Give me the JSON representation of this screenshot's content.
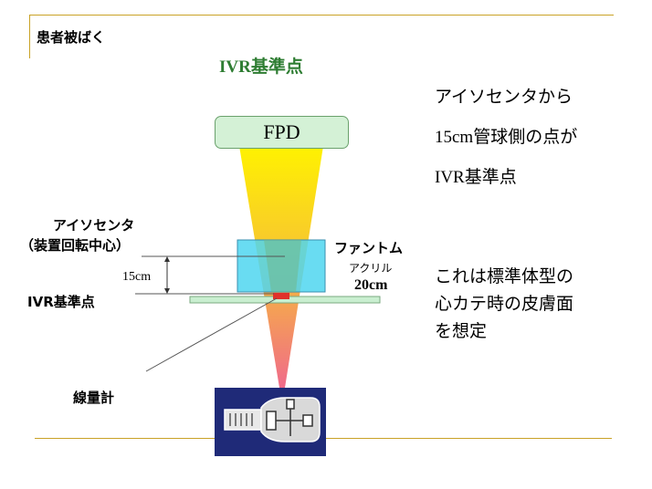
{
  "header": {
    "section_title": "患者被ばく",
    "main_title": "IVR基準点"
  },
  "diagram": {
    "fpd_label": "FPD",
    "isocenter_label": "アイソセンタ",
    "isocenter_sub_label": "（装置回転中心）",
    "distance_label": "15cm",
    "ivr_ref_label": "IVR基準点",
    "phantom_label": "ファントム",
    "phantom_material": "アクリル",
    "phantom_thickness": "20cm",
    "dosimeter_label": "線量計",
    "colors": {
      "beam_top": "#fff200",
      "beam_bottom": "#f06a8a",
      "phantom_fill": "#4fd6f0",
      "table_fill": "#c9efd0",
      "fpd_fill": "#d4f1d6",
      "tube_box": "#1f2a78",
      "title_green": "#2e7d32",
      "rule_gold": "#c9a227"
    }
  },
  "right_notes": {
    "line1": "アイソセンタから",
    "line2": "15cm管球側の点が",
    "line3": "IVR基準点",
    "line4": "これは標準体型の",
    "line5": "心カテ時の皮膚面",
    "line6": "を想定"
  }
}
